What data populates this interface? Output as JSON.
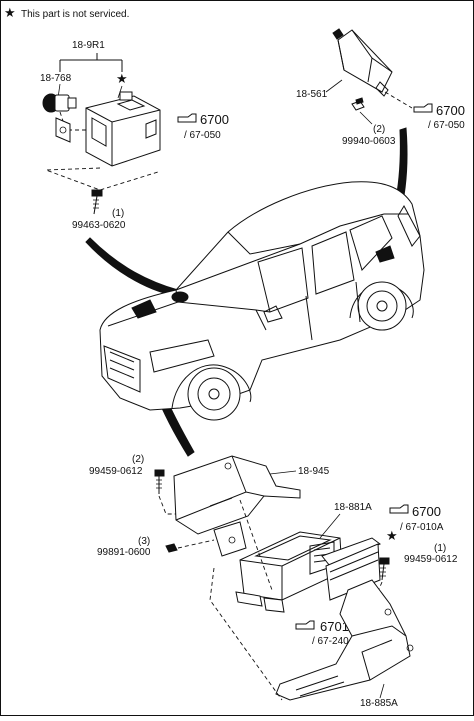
{
  "note": {
    "star": "★",
    "text": "This part is not serviced."
  },
  "labels": {
    "group_18_9r1": "18-9R1",
    "p18_768": "18-768",
    "star_a": "★",
    "p18_561": "18-561",
    "ref_6700_a": "6700",
    "ref_67050_a": "/ 67-050",
    "ref_6700_b": "6700",
    "ref_67050_b": "/ 67-050",
    "qty_99940": "(2)",
    "p99940": "99940-0603",
    "qty_99463": "(1)",
    "p99463": "99463-0620",
    "qty_99459_a": "(2)",
    "p99459_a": "99459-0612",
    "p18_945": "18-945",
    "p18_881a": "18-881A",
    "ref_6700_c": "6700",
    "ref_67010a": "/ 67-010A",
    "qty_99891": "(3)",
    "p99891": "99891-0600",
    "star_b": "★",
    "qty_99459_b": "(1)",
    "p99459_b": "99459-0612",
    "ref_6701": "6701",
    "ref_67240": "/ 67-240",
    "p18_885a": "18-885A"
  }
}
